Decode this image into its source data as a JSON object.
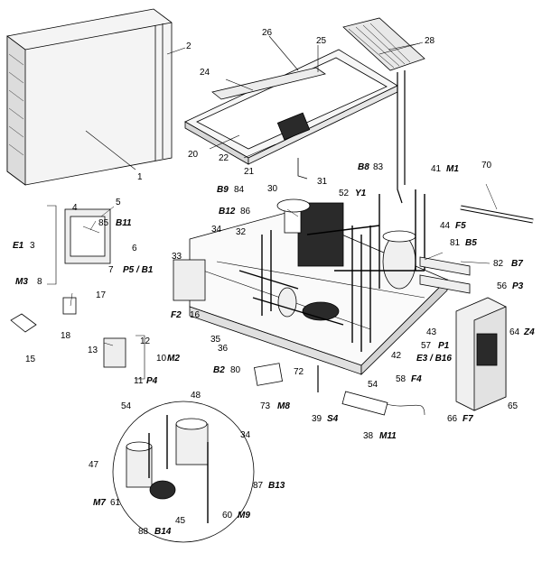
{
  "colors": {
    "line": "#000000",
    "background": "#ffffff",
    "part_fill": "#f2f2f2",
    "part_dark": "#2a2a2a"
  },
  "callouts": {
    "n1": "1",
    "n2": "2",
    "n3": "3",
    "n4": "4",
    "n5": "5",
    "n6": "6",
    "n7": "7",
    "n8": "8",
    "n10": "10",
    "n11": "11",
    "n12": "12",
    "n13": "13",
    "n15": "15",
    "n16": "16",
    "n17": "17",
    "n18": "18",
    "n20": "20",
    "n21": "21",
    "n22": "22",
    "n24": "24",
    "n25": "25",
    "n26": "26",
    "n28": "28",
    "n30": "30",
    "n31": "31",
    "n32": "32",
    "n33": "33",
    "n34a": "34",
    "n34b": "34",
    "n35": "35",
    "n36": "36",
    "n38": "38",
    "n39": "39",
    "n41": "41",
    "n42": "42",
    "n43": "43",
    "n44": "44",
    "n45": "45",
    "n47": "47",
    "n48": "48",
    "n52": "52",
    "n54a": "54",
    "n54b": "54",
    "n56": "56",
    "n57": "57",
    "n58": "58",
    "n60": "60",
    "n61": "61",
    "n64": "64",
    "n65": "65",
    "n66": "66",
    "n70": "70",
    "n72": "72",
    "n73": "73",
    "n80": "80",
    "n81": "81",
    "n82": "82",
    "n83": "83",
    "n84": "84",
    "n85": "85",
    "n86": "86",
    "n87": "87",
    "n88": "88"
  },
  "codes": {
    "E1": "E1",
    "M3": "M3",
    "B11": "B11",
    "P5B1": "P5 / B1",
    "M2": "M2",
    "P4": "P4",
    "F2": "F2",
    "B2": "B2",
    "M8": "M8",
    "S4": "S4",
    "M11": "M11",
    "F7": "F7",
    "Z4": "Z4",
    "B8": "B8",
    "B9": "B9",
    "B12": "B12",
    "Y1": "Y1",
    "M1": "M1",
    "F5": "F5",
    "B5": "B5",
    "B7": "B7",
    "P3": "P3",
    "P1": "P1",
    "E3B16": "E3 / B16",
    "F4": "F4",
    "B13": "B13",
    "M9": "M9",
    "M7": "M7",
    "B14": "B14"
  }
}
